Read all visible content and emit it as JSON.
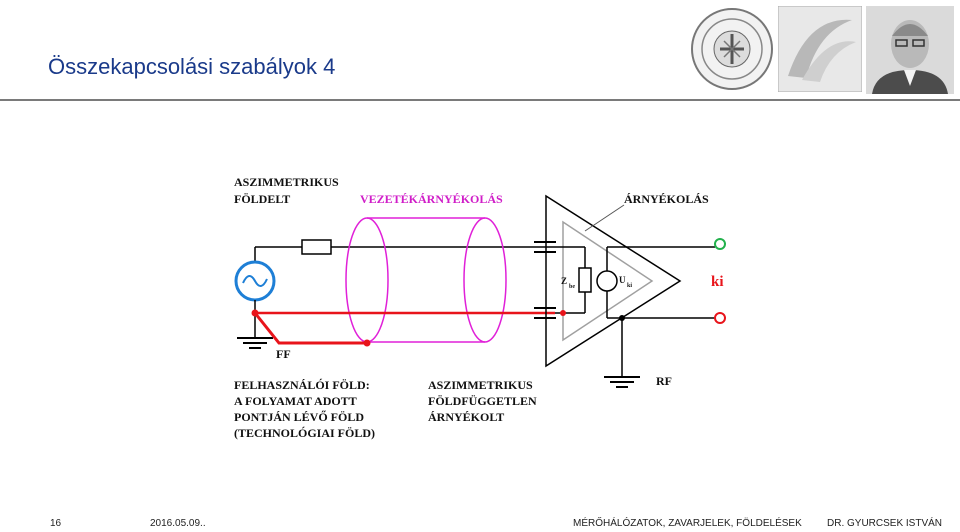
{
  "slide": {
    "title": "Összekapcsolási szabályok 4",
    "page_number": "16",
    "date": "2016.05.09..",
    "course": "MÉRŐHÁLÓZATOK, ZAVARJELEK, FÖLDELÉSEK",
    "author": "DR. GYURCSEK ISTVÁN"
  },
  "diagram": {
    "label_asym_1": "ASZIMMETRIKUS",
    "label_asym_2": "FÖLDELT",
    "label_cable_shield": "VEZETÉKÁRNYÉKOLÁS",
    "label_shield": "ÁRNYÉKOLÁS",
    "label_z_main": "Z",
    "label_z_sub": "be",
    "label_u_main": "U",
    "label_u_sub": "ki",
    "label_output": "ki",
    "label_ff": "FF",
    "label_user_ground_1": "FELHASZNÁLÓI FÖLD:",
    "label_user_ground_2": "A FOLYAMAT ADOTT",
    "label_user_ground_3": "PONTJÁN LÉVŐ FÖLD",
    "label_user_ground_4": "(TECHNOLÓGIAI FÖLD)",
    "label_float_1": "ASZIMMETRIKUS",
    "label_float_2": "FÖLDFÜGGETLEN",
    "label_float_3": "ÁRNYÉKOLT",
    "label_rf": "RF",
    "colors": {
      "wire": "#000000",
      "ground_path": "#e8141b",
      "cable_shield": "#e020d8",
      "source": "#1e7fd6",
      "terminal_green": "#22b14c",
      "terminal_red": "#e8141b",
      "shield_gray": "#a0a0a0"
    }
  },
  "header": {
    "logo_1_icon": "university-seal-icon",
    "logo_2_icon": "faculty-logo-icon",
    "photo_icon": "portrait-photo-icon"
  }
}
